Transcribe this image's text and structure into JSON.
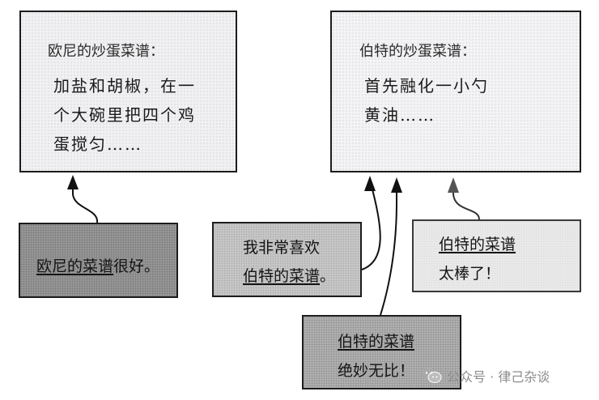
{
  "recipe_oni": {
    "title": "欧尼的炒蛋菜谱：",
    "body_lines": [
      "加盐和胡椒，在一",
      "个大碗里把四个鸡",
      "蛋搅匀……"
    ]
  },
  "recipe_bert": {
    "title": "伯特的炒蛋菜谱：",
    "body_lines": [
      "首先融化一小勺",
      "黄油……"
    ]
  },
  "note_oni": {
    "ref": "欧尼的菜谱",
    "text": "很好。"
  },
  "note_love": {
    "line1": "我非常喜欢",
    "ref": "伯特的菜谱",
    "suffix": "。"
  },
  "note_bert": {
    "ref": "伯特的菜谱",
    "line2": "太棒了！"
  },
  "note_wonder": {
    "ref": "伯特的菜谱",
    "line2": "绝妙无比！"
  },
  "watermark": {
    "text": "公众号 · 律己杂谈",
    "icon": "wechat-icon"
  },
  "colors": {
    "ink": "#161616",
    "recipe_bg": "#f1f1f3",
    "note_dark": "#9e9e9e",
    "note_mid": "#cfcfcf",
    "note_light": "#ededed",
    "note_gray": "#b7b7b7",
    "watermark": "#8c8c8c"
  }
}
